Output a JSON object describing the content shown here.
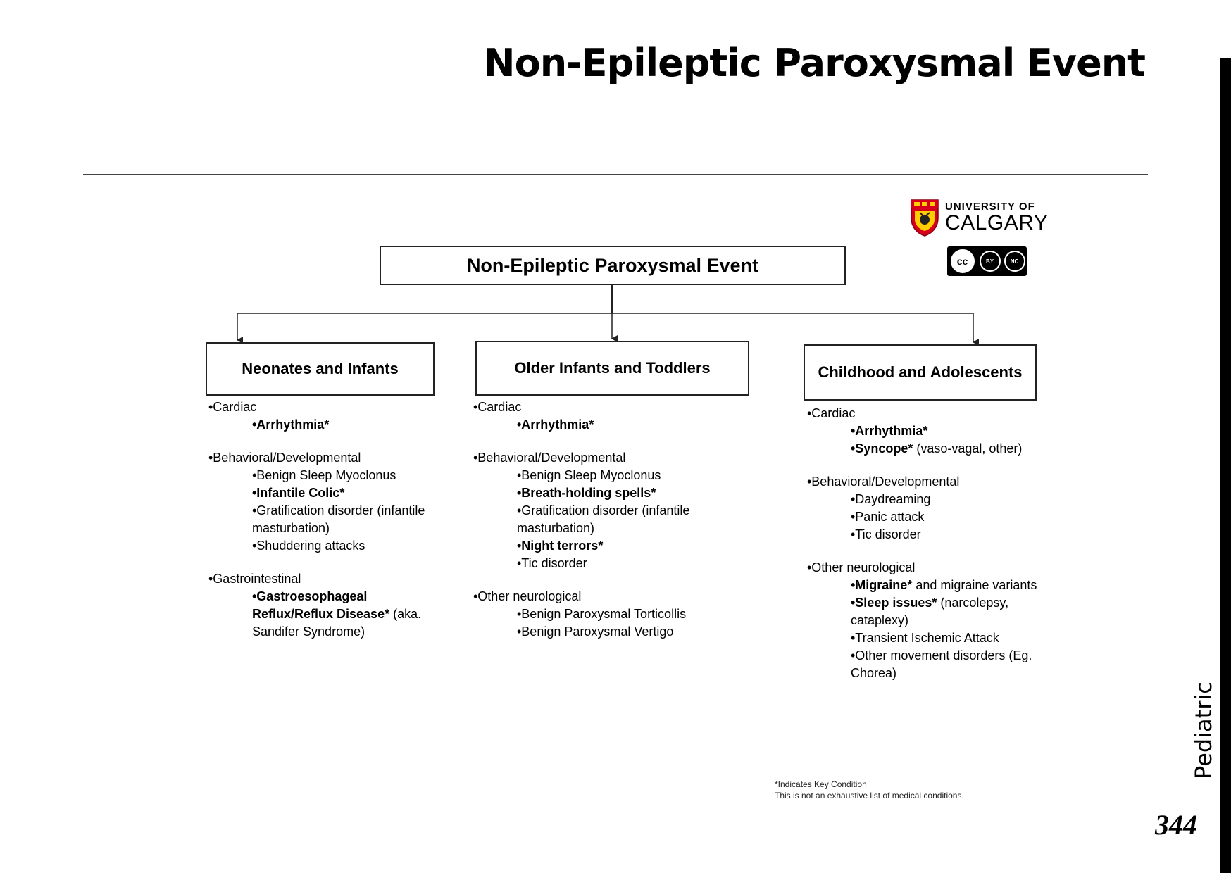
{
  "page": {
    "title": "Non-Epileptic Paroxysmal Event",
    "side_label": "Pediatric",
    "page_number": "344"
  },
  "logo": {
    "line1": "UNIVERSITY OF",
    "line2": "CALGARY",
    "license": {
      "cc": "cc",
      "by": "BY",
      "nc": "NC"
    }
  },
  "diagram": {
    "root": "Non-Epileptic Paroxysmal Event",
    "columns": [
      {
        "title": "Neonates and Infants",
        "groups": [
          {
            "title": "•Cardiac",
            "items": [
              {
                "bold": "•Arrhythmia*",
                "rest": ""
              }
            ]
          },
          {
            "title": "•Behavioral/Developmental",
            "items": [
              {
                "bold": "",
                "rest": "•Benign Sleep Myoclonus"
              },
              {
                "bold": "•Infantile Colic*",
                "rest": ""
              },
              {
                "bold": "",
                "rest": "•Gratification disorder (infantile masturbation)"
              },
              {
                "bold": "",
                "rest": "•Shuddering attacks"
              }
            ]
          },
          {
            "title": "•Gastrointestinal",
            "items": [
              {
                "bold": "•Gastroesophageal Reflux/Reflux Disease*",
                "rest": " (aka. Sandifer Syndrome)"
              }
            ]
          }
        ]
      },
      {
        "title": "Older Infants and Toddlers",
        "groups": [
          {
            "title": "•Cardiac",
            "items": [
              {
                "bold": "•Arrhythmia*",
                "rest": ""
              }
            ]
          },
          {
            "title": "•Behavioral/Developmental",
            "items": [
              {
                "bold": "",
                "rest": "•Benign Sleep Myoclonus"
              },
              {
                "bold": "•Breath-holding spells*",
                "rest": ""
              },
              {
                "bold": "",
                "rest": "•Gratification disorder (infantile masturbation)"
              },
              {
                "bold": "•Night terrors*",
                "rest": ""
              },
              {
                "bold": "",
                "rest": "•Tic disorder"
              }
            ]
          },
          {
            "title": "•Other neurological",
            "items": [
              {
                "bold": "",
                "rest": "•Benign Paroxysmal Torticollis"
              },
              {
                "bold": "",
                "rest": "•Benign Paroxysmal Vertigo"
              }
            ]
          }
        ]
      },
      {
        "title": "Childhood and Adolescents",
        "groups": [
          {
            "title": "•Cardiac",
            "items": [
              {
                "bold": "•Arrhythmia*",
                "rest": ""
              },
              {
                "bold": "•Syncope*",
                "rest": " (vaso-vagal, other)"
              }
            ]
          },
          {
            "title": "•Behavioral/Developmental",
            "items": [
              {
                "bold": "",
                "rest": "•Daydreaming"
              },
              {
                "bold": "",
                "rest": "•Panic attack"
              },
              {
                "bold": "",
                "rest": "•Tic disorder"
              }
            ]
          },
          {
            "title": "•Other neurological",
            "items": [
              {
                "bold": "•Migraine*",
                "rest": " and migraine variants"
              },
              {
                "bold": "•Sleep issues*",
                "rest": " (narcolepsy, cataplexy)"
              },
              {
                "bold": "",
                "rest": "•Transient Ischemic Attack"
              },
              {
                "bold": "",
                "rest": "•Other movement disorders (Eg. Chorea)"
              }
            ]
          }
        ]
      }
    ]
  },
  "footnote": {
    "line1": "*Indicates Key Condition",
    "line2": "This is not an exhaustive list of medical conditions."
  },
  "colors": {
    "text": "#000000",
    "box_border": "#222222",
    "logo_red": "#d6001c",
    "logo_gold": "#ffcd00"
  }
}
